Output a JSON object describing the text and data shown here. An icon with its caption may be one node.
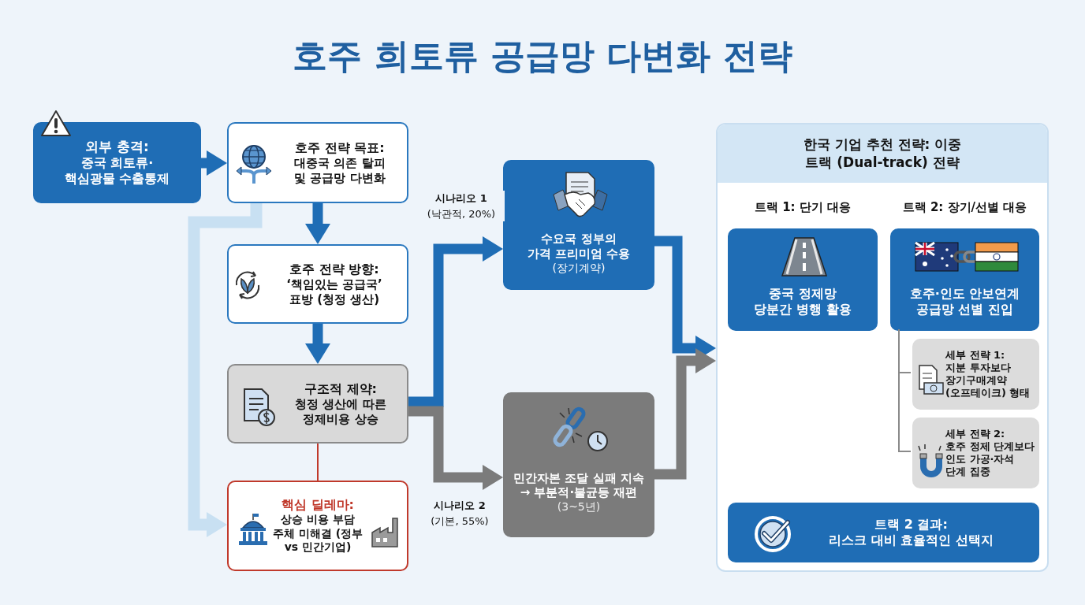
{
  "diagram": {
    "title": "호주 희토류 공급망 다변화 전략",
    "nodes": [
      {
        "text": [
          "외부 충격:",
          "중국 희토류·핵심광물 수출통제"
        ]
      },
      {
        "text": [
          "호주 전략 목표:",
          "대중국 의존 탈피 및 공급망 다변화"
        ]
      },
      {
        "text": [
          "호주 전략 방향:",
          "‘책임있는 공급국’ 표방 (청정 생산)"
        ]
      },
      {
        "text": [
          "구조적 제약:",
          "청정 생산에 따른 정제비용 상승"
        ]
      },
      {
        "text": [
          "핵심 딜레마:",
          "상승 비용 부담 주체 미해결 (정부 vs 민간기업)"
        ]
      },
      {
        "text": [
          "수요국 정부의 가격 프리미엄 수용",
          "(장기계약)"
        ]
      },
      {
        "text": [
          "민간자본 조달 실패 지속 → 부분적·불균등 재편",
          "(3~5년)"
        ]
      },
      {
        "text": [
          "한국 기업 추천 전략: 이중 트랙 (Dual-track) 전략"
        ]
      },
      {
        "text": [
          "트랙 1: 단기 대응",
          "중국 정제망 당분간 병행 활용"
        ],
        "in": 7
      },
      {
        "text": [
          "트랙 2: 장기/선별 대응",
          "호주·인도 안보연계 공급망 선별 진입"
        ],
        "in": 7
      },
      {
        "text": [
          "세부 전략 1:",
          "지분 투자보다 장기구매계약 (오프테이크) 형태"
        ],
        "in": 7
      },
      {
        "text": [
          "세부 전략 2:",
          "호주 정제 단계보다 인도 가공·자석 단계 집중"
        ],
        "in": 7
      },
      {
        "text": [
          "트랙 2 결과:",
          "리스크 대비 효율적인 선택지"
        ],
        "in": 7
      }
    ],
    "edges": [
      {
        "from": 0,
        "to": 1,
        "arrow": "to"
      },
      {
        "from": 1,
        "to": 2,
        "arrow": "to"
      },
      {
        "from": 2,
        "to": 3,
        "arrow": "to"
      },
      {
        "from": 1,
        "to": 4,
        "arrow": "to",
        "color": "#c8e0f2"
      },
      {
        "from": 3,
        "to": 4,
        "arrow": "none",
        "color": "#c0392b"
      },
      {
        "from": 3,
        "to": 5,
        "arrow": "to",
        "label": "**시나리오 1** (낙관적, 20%)"
      },
      {
        "from": 3,
        "to": 6,
        "arrow": "to",
        "color": "#7b7b7b",
        "label": "**시나리오 2** (기본, 55%)"
      },
      {
        "from": 5,
        "to": 7,
        "arrow": "to"
      },
      {
        "from": 6,
        "to": 7,
        "arrow": "to",
        "color": "#7b7b7b"
      },
      {
        "from": 9,
        "to": 10,
        "arrow": "none",
        "color": "#8a8a8a"
      },
      {
        "from": 9,
        "to": 11,
        "arrow": "none",
        "color": "#8a8a8a"
      }
    ]
  }
}
